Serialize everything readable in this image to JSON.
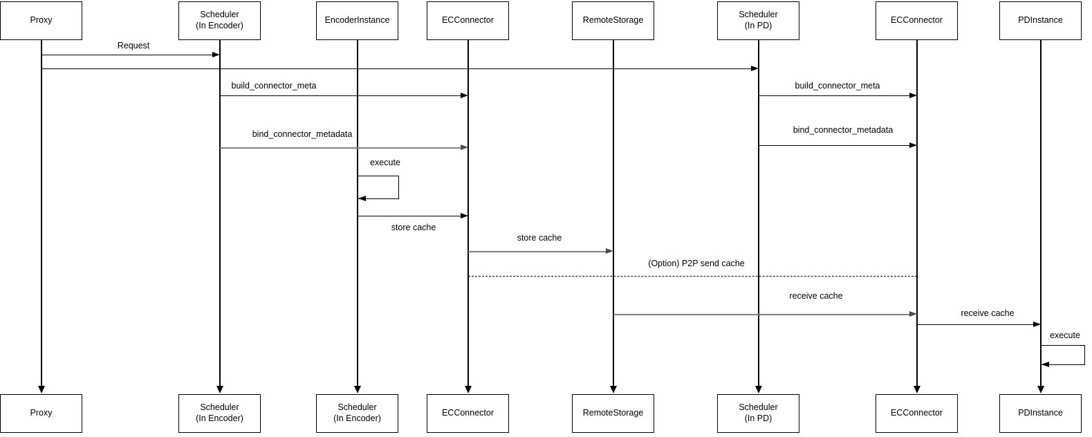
{
  "diagram_type": "sequence-diagram",
  "colors": {
    "background": "#ffffff",
    "box_border": "#000000",
    "line": "#000000",
    "gray_line": "#808080"
  },
  "actors": [
    {
      "id": "proxy",
      "top_label": "Proxy",
      "bottom_label": "Proxy"
    },
    {
      "id": "scheduler-encoder",
      "top_label": "Scheduler\n(In Encoder)",
      "bottom_label": "Scheduler\n(In Encoder)"
    },
    {
      "id": "encoder-instance",
      "top_label": "EncoderInstance",
      "bottom_label": "Scheduler\n(In Encoder)"
    },
    {
      "id": "ec-connector-encoder",
      "top_label": "ECConnector",
      "bottom_label": "ECConnector"
    },
    {
      "id": "remote-storage",
      "top_label": "RemoteStorage",
      "bottom_label": "RemoteStorage"
    },
    {
      "id": "scheduler-pd",
      "top_label": "Scheduler\n(In PD)",
      "bottom_label": "Scheduler\n(In PD)"
    },
    {
      "id": "ec-connector-pd",
      "top_label": "ECConnector",
      "bottom_label": "ECConnector"
    },
    {
      "id": "pd-instance",
      "top_label": "PDInstance",
      "bottom_label": "PDInstance"
    }
  ],
  "messages": [
    {
      "label": "Request",
      "from": "Proxy",
      "to": "Scheduler (In Encoder)",
      "line": "solid"
    },
    {
      "label": "",
      "from": "Proxy",
      "to": "Scheduler (In PD)",
      "line": "solid"
    },
    {
      "label": "build_connector_meta",
      "from": "Scheduler (In Encoder)",
      "to": "ECConnector",
      "line": "solid"
    },
    {
      "label": "build_connector_meta",
      "from": "Scheduler (In PD)",
      "to": "ECConnector",
      "line": "solid"
    },
    {
      "label": "bind_connector_metadata",
      "from": "Scheduler (In Encoder)",
      "to": "ECConnector",
      "line": "gray"
    },
    {
      "label": "bind_connector_metadata",
      "from": "Scheduler (In PD)",
      "to": "ECConnector",
      "line": "solid"
    },
    {
      "label": "execute",
      "from": "EncoderInstance",
      "to": "EncoderInstance",
      "line": "self"
    },
    {
      "label": "store cache",
      "from": "EncoderInstance",
      "to": "ECConnector",
      "line": "solid"
    },
    {
      "label": "store cache",
      "from": "ECConnector",
      "to": "RemoteStorage",
      "line": "gray"
    },
    {
      "label": "(Option) P2P send cache",
      "from": "ECConnector",
      "to": "ECConnector",
      "line": "dashed"
    },
    {
      "label": "receive cache",
      "from": "RemoteStorage",
      "to": "ECConnector",
      "line": "gray"
    },
    {
      "label": "receive cache",
      "from": "ECConnector",
      "to": "PDInstance",
      "line": "solid"
    },
    {
      "label": "execute",
      "from": "PDInstance",
      "to": "PDInstance",
      "line": "self"
    }
  ]
}
